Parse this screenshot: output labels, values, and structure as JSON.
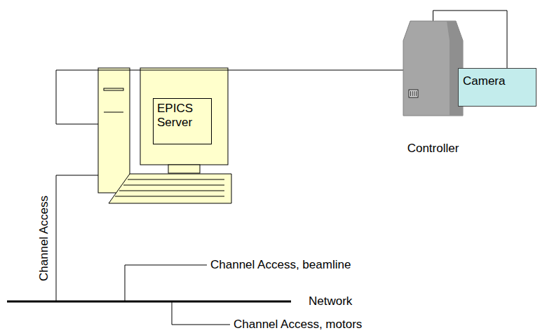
{
  "diagram": {
    "nodes": [
      {
        "text": [
          "EPICS Server"
        ]
      },
      {
        "text": [
          "Controller"
        ]
      },
      {
        "text": [
          "Camera"
        ]
      }
    ],
    "edges": [
      {
        "from": 0,
        "to": 1,
        "arrow": "none"
      },
      {
        "from": 1,
        "to": 2,
        "arrow": "none"
      }
    ],
    "labels": [
      "Channel Access",
      "Channel Access, beamline",
      "Network",
      "Channel Access, motors"
    ]
  }
}
